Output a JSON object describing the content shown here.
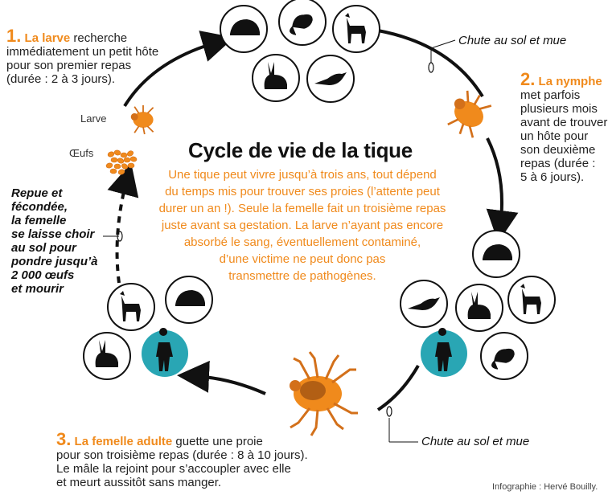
{
  "title": "Cycle de vie de la tique",
  "intro": [
    "Une tique peut vivre jusqu’à trois ans, tout dépend",
    "du temps mis pour trouver ses proies (l’attente peut",
    "durer un an !). Seule la femelle fait un troisième repas",
    "juste avant sa gestation. La larve n’ayant pas encore",
    "absorbé le sang, éventuellement contaminé,",
    "d’une victime ne peut donc pas",
    "transmettre de pathogènes."
  ],
  "stage1": {
    "number": "1.",
    "name": "La larve",
    "text_first": "recherche",
    "lines": [
      "immédiatement un petit hôte",
      "pour son premier repas",
      "(durée : 2 à 3 jours)."
    ]
  },
  "stage2": {
    "number": "2.",
    "name": "La nymphe",
    "lines": [
      "met parfois",
      "plusieurs mois",
      "avant de trouver",
      "un hôte pour",
      "son deuxième",
      "repas (durée :",
      "5 à 6 jours)."
    ]
  },
  "stage3": {
    "number": "3.",
    "name": "La femelle adulte",
    "text_first": "guette une proie",
    "lines": [
      "pour son troisième repas (durée : 8 à 10 jours).",
      "Le mâle la rejoint pour s’accoupler avec elle",
      "et meurt aussitôt sans manger."
    ]
  },
  "label_larve": "Larve",
  "label_oeufs": "Œufs",
  "chute_top": "Chute au sol et mue",
  "chute_bottom": "Chute au sol et mue",
  "repue": [
    "Repue et",
    "fécondée,",
    "la femelle",
    "se laisse choir",
    "au sol pour",
    "pondre jusqu’à",
    "2 000 œufs",
    "et mourir"
  ],
  "credit": "Infographie : Hervé Bouilly.",
  "colors": {
    "accent": "#f08a1c",
    "teal": "#29a6b4",
    "black": "#111111",
    "tick": "#e07d17"
  },
  "icons": {
    "top_hosts": [
      "hedgehog-icon",
      "mouse-icon",
      "deer-icon",
      "rabbit-icon",
      "bird-icon"
    ],
    "right_hosts": [
      "hedgehog-icon",
      "bird-icon",
      "rabbit-icon",
      "deer-icon",
      "human-icon",
      "mouse-icon"
    ],
    "left_hosts": [
      "deer-icon",
      "hedgehog-icon",
      "rabbit-icon",
      "human-icon"
    ]
  }
}
